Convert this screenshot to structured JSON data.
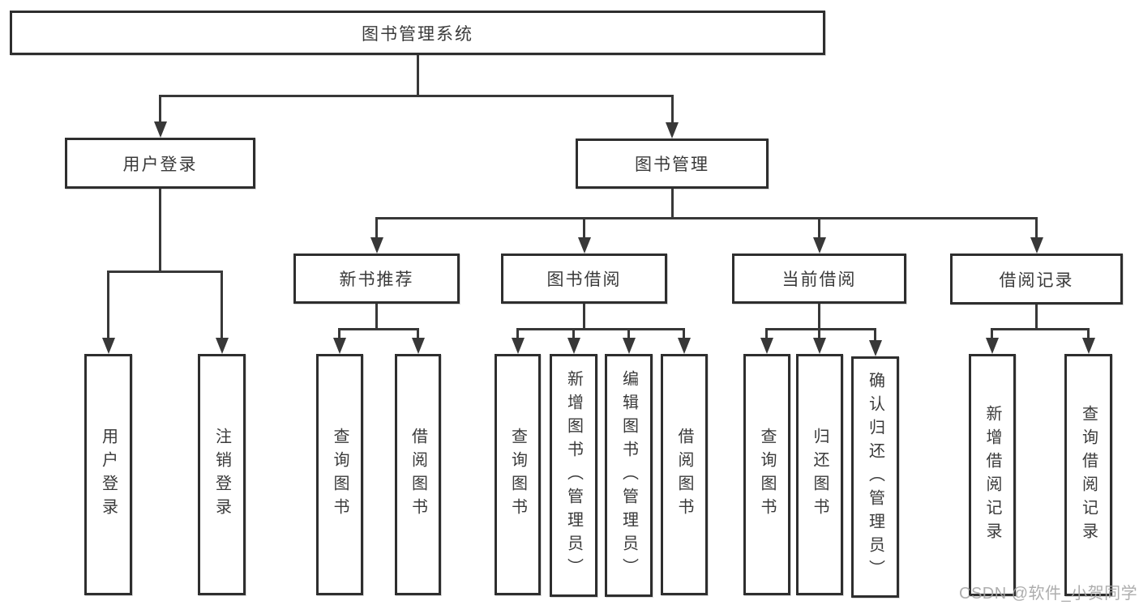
{
  "diagram_title": "图书管理系统",
  "tree": {
    "label": "图书管理系统",
    "children": [
      {
        "label": "用户登录",
        "children": [
          {
            "label": "用户登录"
          },
          {
            "label": "注销登录"
          }
        ]
      },
      {
        "label": "图书管理",
        "children": [
          {
            "label": "新书推荐",
            "children": [
              {
                "label": "查询图书"
              },
              {
                "label": "借阅图书"
              }
            ]
          },
          {
            "label": "图书借阅",
            "children": [
              {
                "label": "查询图书"
              },
              {
                "label": "新增图书（管理员）"
              },
              {
                "label": "编辑图书（管理员）"
              },
              {
                "label": "借阅图书"
              }
            ]
          },
          {
            "label": "当前借阅",
            "children": [
              {
                "label": "查询图书"
              },
              {
                "label": "归还图书"
              },
              {
                "label": "确认归还（管理员）"
              }
            ]
          },
          {
            "label": "借阅记录",
            "children": [
              {
                "label": "新增借阅记录"
              },
              {
                "label": "查询借阅记录"
              }
            ]
          }
        ]
      }
    ]
  },
  "watermark": {
    "text": "CSDN @软件_小贺同学"
  },
  "colors": {
    "line": "#383838",
    "border": "#2e2e2e",
    "text": "#3a3a3a",
    "watermark": "#a4a4a4",
    "background": "#ffffff"
  }
}
